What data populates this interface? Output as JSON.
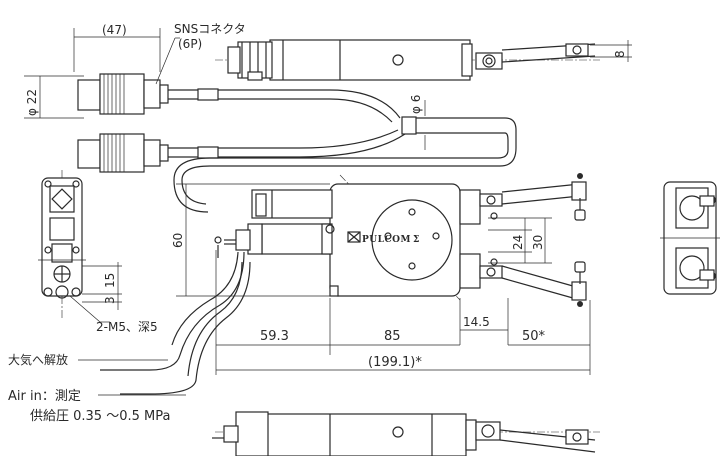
{
  "labels": {
    "sns_connector": "SNSコネクタ",
    "sns_pins": "(6P)",
    "dim_47": "(47)",
    "dim_phi22": "φ 22",
    "dim_phi6": "φ 6",
    "dim_8": "8",
    "dim_60": "60",
    "dim_24": "24",
    "dim_30": "30",
    "dim_15": "15",
    "dim_3": "3",
    "dim_14_5": "14.5",
    "dim_59_3": "59.3",
    "dim_85": "85",
    "dim_50": "50*",
    "dim_199": "(199.1)*",
    "tap_note": "2-M5、深5",
    "exhaust": "大気へ解放",
    "air_in": "Air in：測定",
    "pressure": "供給圧 0.35 ～0.5 MPa",
    "logo": "PULCOM"
  }
}
